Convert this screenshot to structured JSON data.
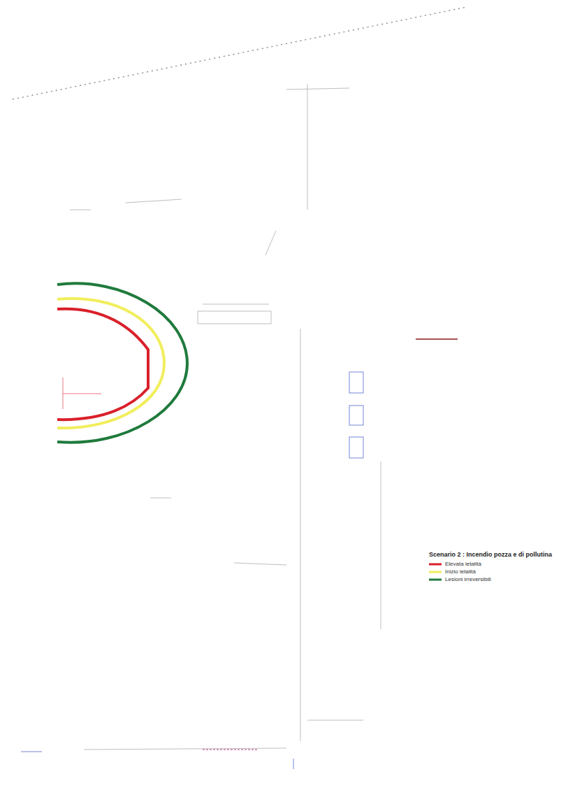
{
  "diagram": {
    "labels": [
      "Scenario 2 : Incendio pozza e di pollutina"
    ],
    "legend": [
      {
        "text": "Elevata letalità",
        "color": "#d9202a"
      },
      {
        "text": "Inizio letalità",
        "color": "#f1ee5c"
      },
      {
        "text": "Lesioni irreversibili",
        "color": "#1f7a3c"
      }
    ]
  }
}
